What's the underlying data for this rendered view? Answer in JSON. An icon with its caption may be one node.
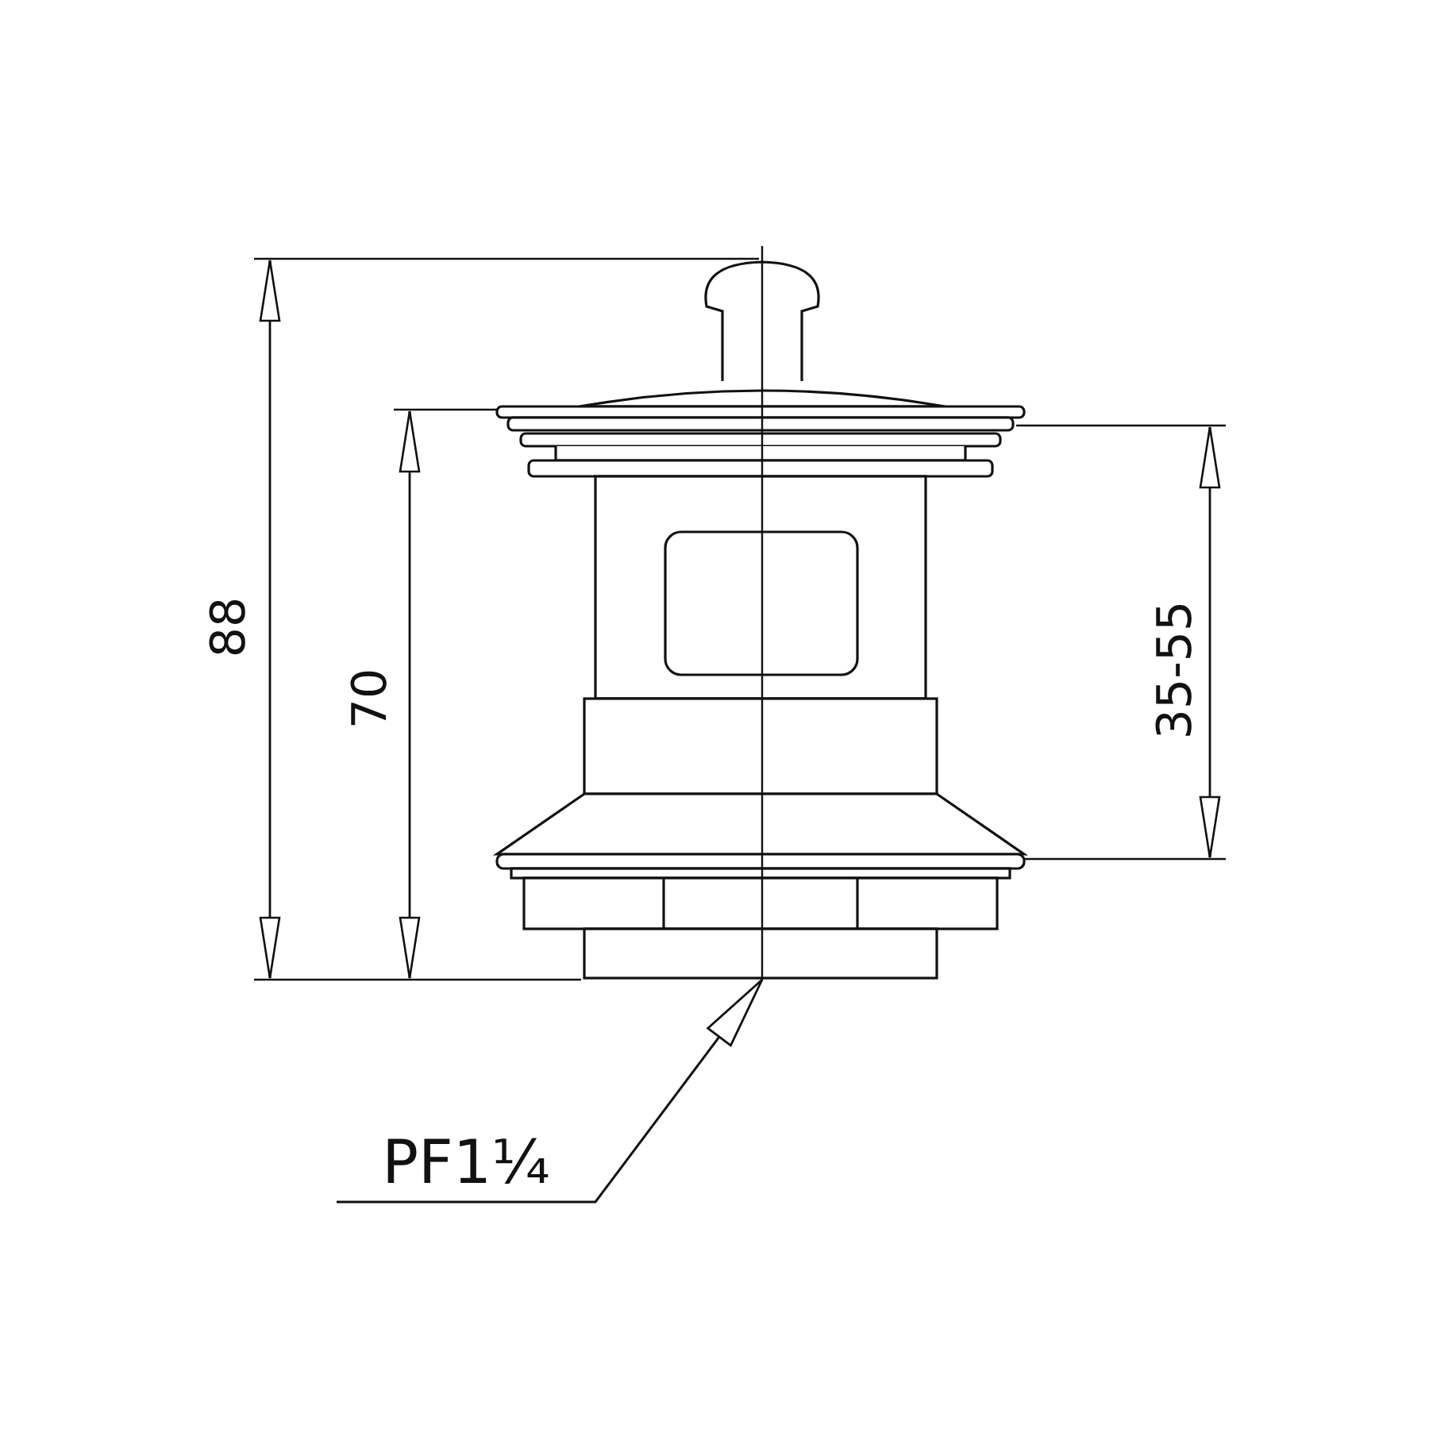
{
  "diagram": {
    "nodes": [
      {
        "text": [
          "PF1¼"
        ]
      },
      {
        "text": [],
        "shape": "picture"
      }
    ],
    "edges": [
      {
        "from": 0,
        "to": 1,
        "arrow": "to"
      }
    ],
    "labels": [
      "88",
      "70",
      "35-55"
    ]
  }
}
